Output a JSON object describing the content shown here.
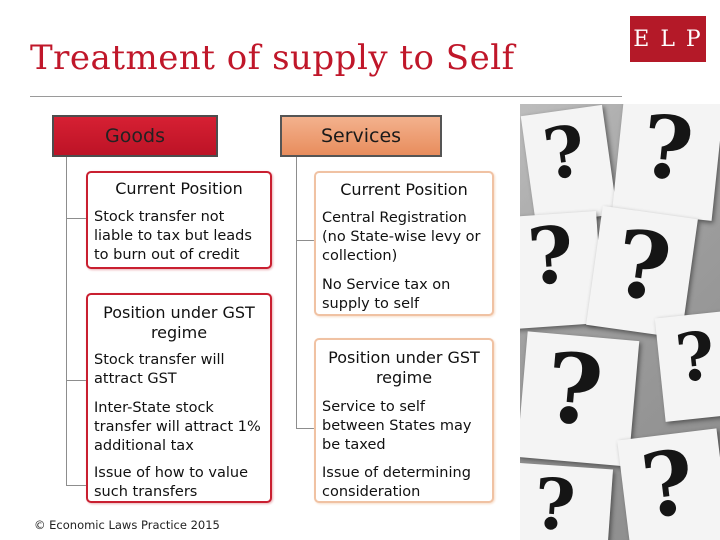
{
  "title": "Treatment of supply to Self",
  "logo": "E L P",
  "goods": {
    "header": "Goods",
    "current_title": "Current Position",
    "current_text": "Stock transfer not liable to tax but leads to burn out of credit",
    "gst_title": "Position under GST regime",
    "gst_items": [
      "Stock transfer will attract   GST",
      "Inter-State stock transfer will attract 1% additional tax",
      "Issue of how to value such transfers"
    ]
  },
  "services": {
    "header": "Services",
    "current_title": "Current Position",
    "current_items": [
      "Central Registration (no State-wise levy or collection)",
      "No Service tax on supply to self"
    ],
    "gst_title": "Position under GST regime",
    "gst_items": [
      "Service to self between States may be taxed",
      "Issue of determining consideration"
    ]
  },
  "footer": "© Economic Laws Practice 2015",
  "colors": {
    "title": "#c0172a",
    "goods_accent": "#c91f30",
    "services_accent": "#e88d5d",
    "logo_bg": "#b41928"
  },
  "photo": {
    "description_icon": "question-marks-photo"
  }
}
